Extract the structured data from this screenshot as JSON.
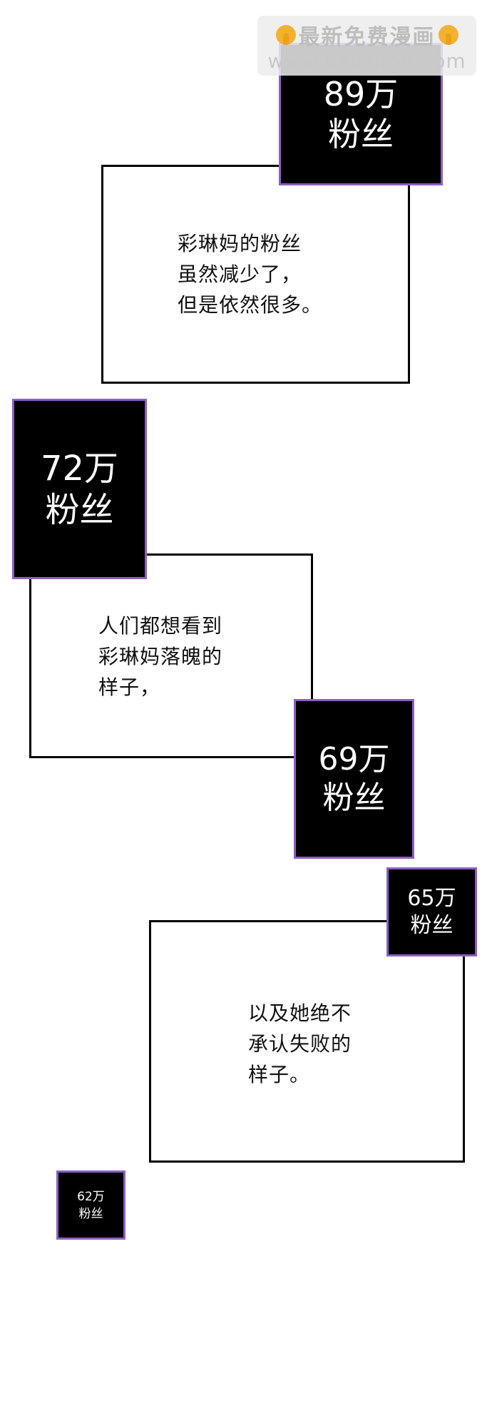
{
  "captions": {
    "c1": "彩琳妈的粉丝\n虽然减少了，\n但是依然很多。",
    "c2": "人们都想看到\n彩琳妈落魄的\n样子，",
    "c3": "以及她绝不\n承认失败的\n样子。"
  },
  "fan_boxes": [
    {
      "count": "89万",
      "unit": "粉丝"
    },
    {
      "count": "72万",
      "unit": "粉丝"
    },
    {
      "count": "69万",
      "unit": "粉丝"
    },
    {
      "count": "65万",
      "unit": "粉丝"
    },
    {
      "count": "62万",
      "unit": "粉丝"
    }
  ],
  "watermark": {
    "title": "最新免费漫画",
    "url": "www.baozimh.com"
  },
  "colors": {
    "fanbox_bg": "#000000",
    "fanbox_border": "#8e5fc4",
    "panel_border": "#000000"
  }
}
